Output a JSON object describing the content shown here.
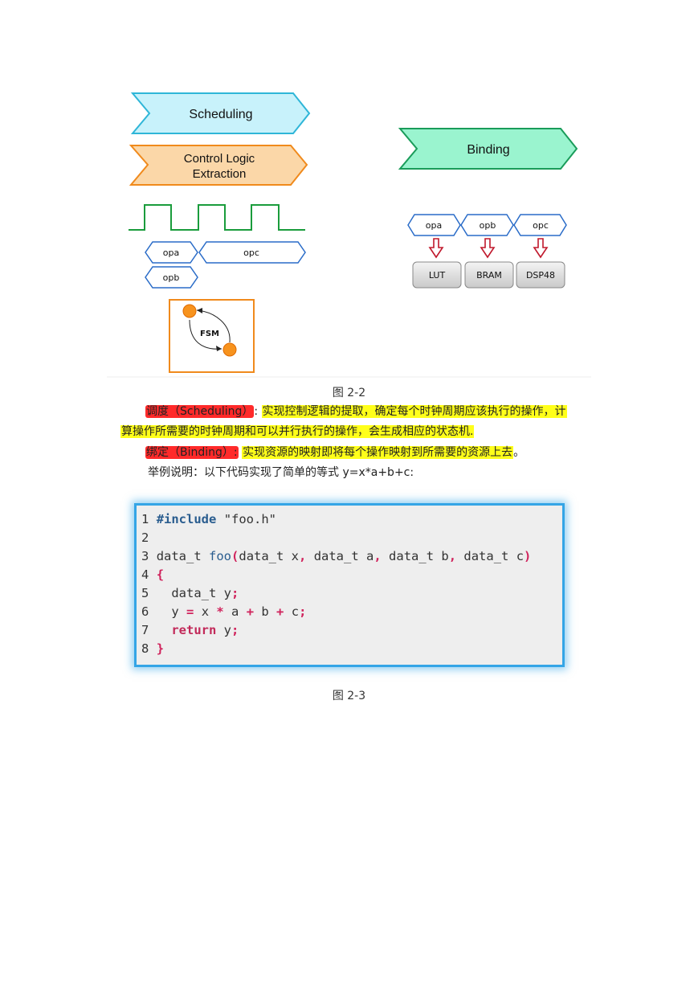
{
  "diagram": {
    "scheduling_label": "Scheduling",
    "control_label_1": "Control Logic",
    "control_label_2": "Extraction",
    "ops_left": [
      "opa",
      "opc",
      "opb"
    ],
    "fsm_label": "FSM",
    "binding_label": "Binding",
    "ops_right": [
      "opa",
      "opb",
      "opc"
    ],
    "resources": [
      "LUT",
      "BRAM",
      "DSP48"
    ],
    "colors": {
      "scheduling": "#c8f2fb",
      "control": "#fbd7a8",
      "binding": "#9af4cf",
      "clock": "#1a9c3c",
      "fsm_node": "#f7931e",
      "arrow_red": "#c0182c"
    }
  },
  "caption_1": "图 2-2",
  "para1": {
    "term": "调度（Scheduling）",
    "colon": ":",
    "text_a": "实现控制逻辑的提取，确定每个时钟周期应该执行的操作，计",
    "text_b": "算操作所需要的时钟周期和可以并行执行的操作，会生成相应的状态机."
  },
  "para2": {
    "term": "绑定（Binding）:",
    "text": "实现资源的映射即将每个操作映射到所需要的资源上去",
    "end": "。"
  },
  "para3": "举例说明：以下代码实现了简单的等式 y=x*a+b+c:",
  "code": {
    "line_numbers": [
      "1",
      "2",
      "3",
      "4",
      "5",
      "6",
      "7",
      "8"
    ],
    "include_kw": "#include",
    "include_file": "\"foo.h\"",
    "l3_type1": "data_t ",
    "l3_fn": "foo",
    "l3_open": "(",
    "l3_p1": "data_t x",
    "comma": ",",
    "l3_p2": " data_t a",
    "l3_p3": " data_t b",
    "l3_p4": " data_t c",
    "l3_close": ")",
    "brace_open": "{",
    "l5_decl": "  data_t y",
    "semi": ";",
    "l6_y": "  y ",
    "eq": "=",
    "l6_x": " x ",
    "star": "*",
    "l6_a": " a ",
    "plus": "+",
    "l6_b": " b ",
    "l6_c": " c",
    "l7_ret": "  return",
    "l7_y": " y",
    "brace_close": "}"
  },
  "caption_2": "图 2-3"
}
